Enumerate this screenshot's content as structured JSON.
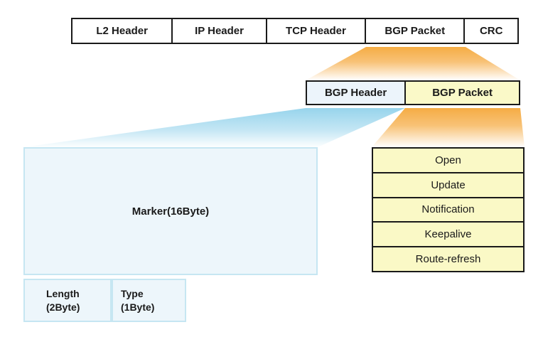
{
  "colors": {
    "funnel_orange": "#F5AC44",
    "funnel_blue": "#97D4EC",
    "light_blue_fill": "#EDF6FB",
    "light_blue_border": "#C6E6F2",
    "bgp_header_fill": "#ECF4FB",
    "light_yellow_fill": "#FAF9C6",
    "border_dark": "#1A1A1A"
  },
  "frame_row": [
    "L2 Header",
    "IP Header",
    "TCP Header",
    "BGP Packet",
    "CRC"
  ],
  "bgp_row": [
    "BGP Header",
    "BGP Packet"
  ],
  "bgp_header_fields": {
    "marker": "Marker(16Byte)",
    "length": [
      "Length",
      "(2Byte)"
    ],
    "type": [
      "Type",
      "(1Byte)"
    ]
  },
  "bgp_message_types": [
    "Open",
    "Update",
    "Notification",
    "Keepalive",
    "Route-refresh"
  ]
}
